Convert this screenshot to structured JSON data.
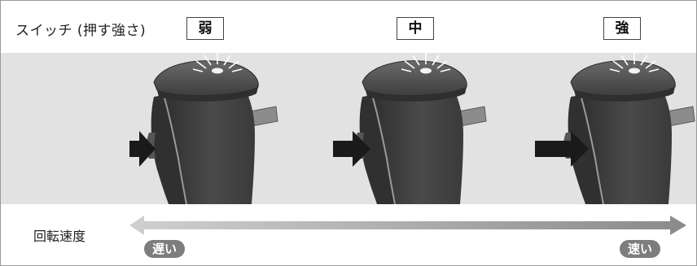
{
  "header": {
    "label": "スイッチ (押す強さ)",
    "levels": [
      "弱",
      "中",
      "強"
    ]
  },
  "speed": {
    "label": "回転速度",
    "slow": "遅い",
    "fast": "速い"
  },
  "colors": {
    "band": "#e2e2e2",
    "device_body": "#3c3c3c",
    "device_top": "#555555",
    "arrow": "#1a1a1a",
    "speed_arrow": "#9a9a9a",
    "pill": "#7d7d7d"
  }
}
